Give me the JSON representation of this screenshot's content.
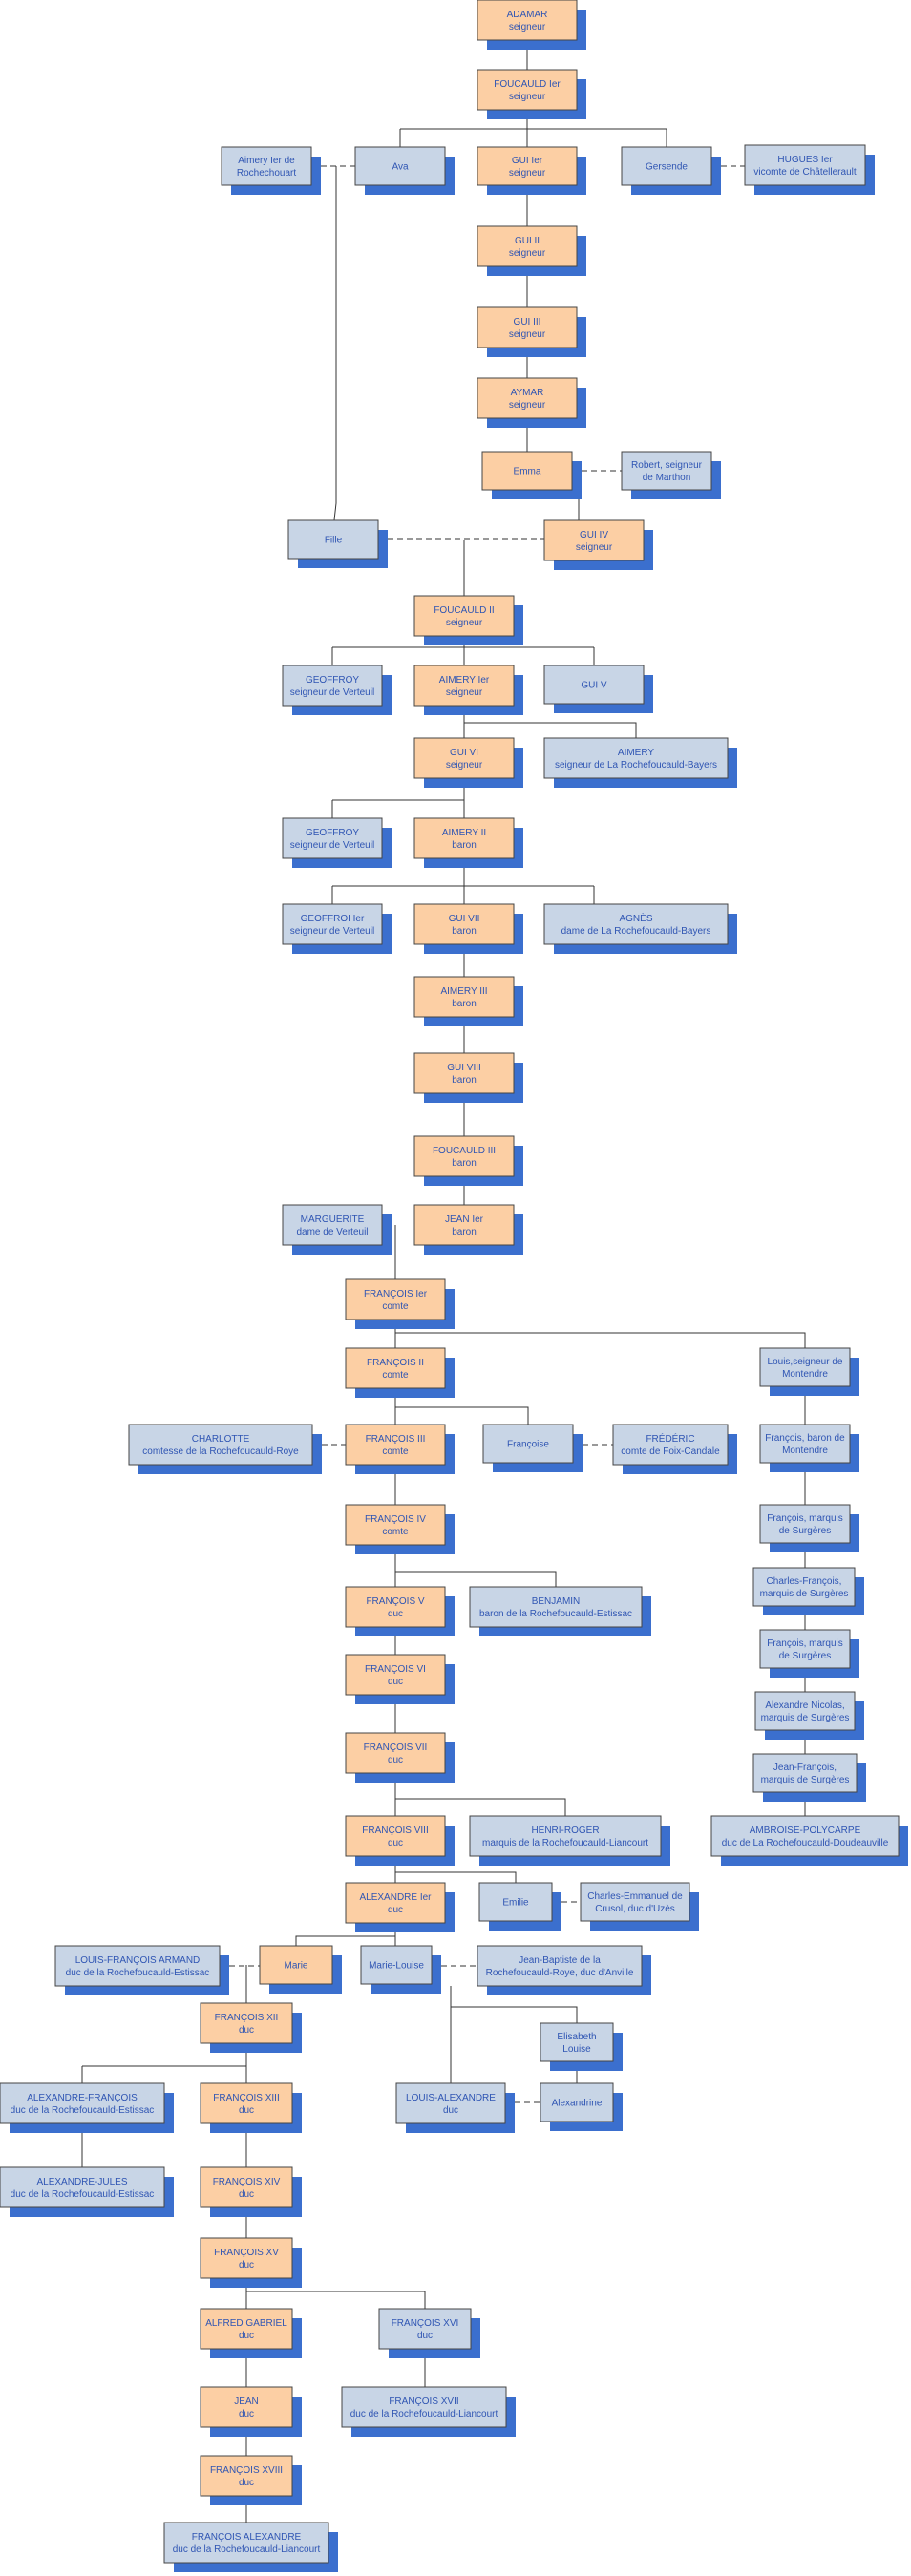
{
  "people": {
    "adamar": [
      "ADAMAR",
      "seigneur"
    ],
    "foucauld1": [
      "FOUCAULD Ier",
      "seigneur"
    ],
    "aimeryRoch": [
      "Aimery Ier de",
      "Rochechouart"
    ],
    "ava": [
      "Ava"
    ],
    "gui1": [
      "GUI Ier",
      "seigneur"
    ],
    "gersende": [
      "Gersende"
    ],
    "hugues": [
      "HUGUES Ier",
      "vicomte de Châtellerault"
    ],
    "gui2": [
      "GUI II",
      "seigneur"
    ],
    "gui3": [
      "GUI III",
      "seigneur"
    ],
    "aymar": [
      "AYMAR",
      "seigneur"
    ],
    "emma": [
      "Emma"
    ],
    "robert": [
      "Robert, seigneur",
      "de Marthon"
    ],
    "fille": [
      "Fille"
    ],
    "gui4": [
      "GUI IV",
      "seigneur"
    ],
    "foucauld2": [
      "FOUCAULD II",
      "seigneur"
    ],
    "geoffroy1": [
      "GEOFFROY",
      "seigneur de Verteuil"
    ],
    "aimery1": [
      "AIMERY Ier",
      "seigneur"
    ],
    "gui5": [
      "GUI V"
    ],
    "gui6": [
      "GUI VI",
      "seigneur"
    ],
    "aimeryBayers": [
      "AIMERY",
      "seigneur de La Rochefoucauld-Bayers"
    ],
    "geoffroy2": [
      "GEOFFROY",
      "seigneur de Verteuil"
    ],
    "aimery2": [
      "AIMERY II",
      "baron"
    ],
    "geoffroi1": [
      "GEOFFROI Ier",
      "seigneur de Verteuil"
    ],
    "gui7": [
      "GUI VII",
      "baron"
    ],
    "agnes": [
      "AGNÈS",
      "dame de La Rochefoucauld-Bayers"
    ],
    "aimery3": [
      "AIMERY III",
      "baron"
    ],
    "gui8": [
      "GUI VIII",
      "baron"
    ],
    "foucauld3": [
      "FOUCAULD III",
      "baron"
    ],
    "marguerite": [
      "MARGUERITE",
      "dame de Verteuil"
    ],
    "jean1": [
      "JEAN Ier",
      "baron"
    ],
    "francois1": [
      "FRANÇOIS Ier",
      "comte"
    ],
    "francois2": [
      "FRANÇOIS II",
      "comte"
    ],
    "louisMontendre": [
      "Louis,seigneur de",
      "Montendre"
    ],
    "charlotte": [
      "CHARLOTTE",
      "comtesse de la Rochefoucauld-Roye"
    ],
    "francois3": [
      "FRANÇOIS III",
      "comte"
    ],
    "francoise": [
      "Françoise"
    ],
    "frederic": [
      "FRÉDÉRIC",
      "comte de Foix-Candale"
    ],
    "francoisMontendre": [
      "François, baron de",
      "Montendre"
    ],
    "francois4": [
      "FRANÇOIS IV",
      "comte"
    ],
    "francoisSurgeres1": [
      "François, marquis",
      "de Surgères"
    ],
    "charlesFrancois": [
      "Charles-François,",
      "marquis de Surgères"
    ],
    "francois5": [
      "FRANÇOIS V",
      "duc"
    ],
    "benjamin": [
      "BENJAMIN",
      "baron de la Rochefoucauld-Estissac"
    ],
    "francoisSurgeres2": [
      "François, marquis",
      "de Surgères"
    ],
    "francois6": [
      "FRANÇOIS VI",
      "duc"
    ],
    "alexandreNicolas": [
      "Alexandre Nicolas,",
      "marquis de Surgères"
    ],
    "francois7": [
      "FRANÇOIS VII",
      "duc"
    ],
    "jeanFrancois": [
      "Jean-François,",
      "marquis de Surgères"
    ],
    "francois8": [
      "FRANÇOIS VIII",
      "duc"
    ],
    "henriRoger": [
      "HENRI-ROGER",
      "marquis de la Rochefoucauld-Liancourt"
    ],
    "ambroise": [
      "AMBROISE-POLYCARPE",
      "duc de La Rochefoucauld-Doudeauville"
    ],
    "alexandre1": [
      "ALEXANDRE Ier",
      "duc"
    ],
    "emilie": [
      "Emilie"
    ],
    "charlesEmmanuel": [
      "Charles-Emmanuel de",
      "Crusol, duc d'Uzès"
    ],
    "louisFrancoisArmand": [
      "LOUIS-FRANÇOIS ARMAND",
      "duc de la Rochefoucauld-Estissac"
    ],
    "marie": [
      "Marie"
    ],
    "marieLouise": [
      "Marie-Louise"
    ],
    "jeanBaptiste": [
      "Jean-Baptiste de la",
      "Rochefoucauld-Roye, duc d'Anville"
    ],
    "francois12": [
      "FRANÇOIS XII",
      "duc"
    ],
    "elisabeth": [
      "Elisabeth",
      "Louise"
    ],
    "alexandreFrancois": [
      "ALEXANDRE-FRANÇOIS",
      "duc de la Rochefoucauld-Estissac"
    ],
    "francois13": [
      "FRANÇOIS XIII",
      "duc"
    ],
    "louisAlexandre": [
      "LOUIS-ALEXANDRE",
      "duc"
    ],
    "alexandrine": [
      "Alexandrine"
    ],
    "alexandreJules": [
      "ALEXANDRE-JULES",
      "duc de la Rochefoucauld-Estissac"
    ],
    "francois14": [
      "FRANÇOIS XIV",
      "duc"
    ],
    "francois15": [
      "FRANÇOIS XV",
      "duc"
    ],
    "alfredGabriel": [
      "ALFRED GABRIEL",
      "duc"
    ],
    "francois16": [
      "FRANÇOIS XVI",
      "duc"
    ],
    "jean": [
      "JEAN",
      "duc"
    ],
    "francois17": [
      "FRANÇOIS XVII",
      "duc de la Rochefoucauld-Liancourt"
    ],
    "francois18": [
      "FRANÇOIS XVIII",
      "duc"
    ],
    "francoisAlexandre": [
      "FRANÇOIS ALEXANDRE",
      "duc de la Rochefoucauld-Liancourt"
    ]
  },
  "colors": {
    "main_line_fill": "#fccfa4",
    "other_fill": "#c8d5e6",
    "shadow": "#3b6fce",
    "text": "#2f55b3",
    "border": "#444444"
  }
}
